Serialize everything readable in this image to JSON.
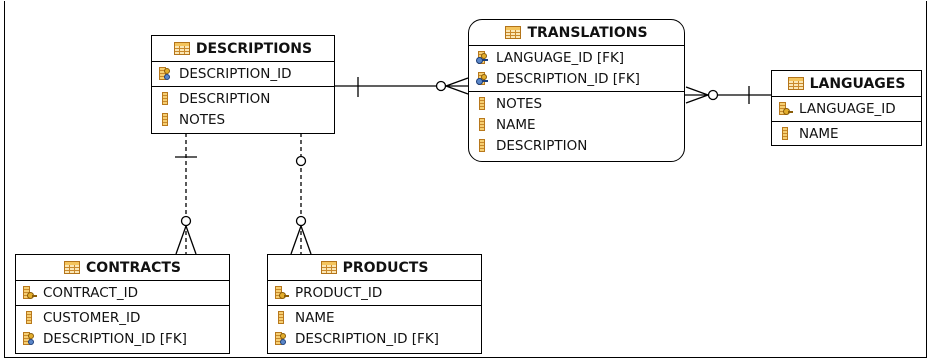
{
  "diagram": {
    "entities": {
      "descriptions": {
        "title": "DESCRIPTIONS",
        "keys": [
          {
            "name": "DESCRIPTION_ID",
            "icon": "pk-fk-column-icon"
          }
        ],
        "columns": [
          {
            "name": "DESCRIPTION",
            "icon": "column-icon"
          },
          {
            "name": "NOTES",
            "icon": "column-icon"
          }
        ]
      },
      "translations": {
        "title": "TRANSLATIONS",
        "keys": [
          {
            "name": "LANGUAGE_ID [FK]",
            "icon": "fk-key-column-icon"
          },
          {
            "name": "DESCRIPTION_ID [FK]",
            "icon": "fk-key-column-icon"
          }
        ],
        "columns": [
          {
            "name": "NOTES",
            "icon": "column-icon"
          },
          {
            "name": "NAME",
            "icon": "column-icon"
          },
          {
            "name": "DESCRIPTION",
            "icon": "column-icon"
          }
        ]
      },
      "languages": {
        "title": "LANGUAGES",
        "keys": [
          {
            "name": "LANGUAGE_ID",
            "icon": "primary-key-column-icon"
          }
        ],
        "columns": [
          {
            "name": "NAME",
            "icon": "column-icon"
          }
        ]
      },
      "contracts": {
        "title": "CONTRACTS",
        "keys": [
          {
            "name": "CONTRACT_ID",
            "icon": "primary-key-column-icon"
          }
        ],
        "columns": [
          {
            "name": "CUSTOMER_ID",
            "icon": "column-icon"
          },
          {
            "name": "DESCRIPTION_ID [FK]",
            "icon": "fk-column-icon"
          }
        ]
      },
      "products": {
        "title": "PRODUCTS",
        "keys": [
          {
            "name": "PRODUCT_ID",
            "icon": "primary-key-column-icon"
          }
        ],
        "columns": [
          {
            "name": "NAME",
            "icon": "column-icon"
          },
          {
            "name": "DESCRIPTION_ID [FK]",
            "icon": "fk-column-icon"
          }
        ]
      }
    },
    "relationships": [
      {
        "from": "DESCRIPTIONS",
        "to": "TRANSLATIONS",
        "parent_end": "one",
        "child_end": "zero-or-many",
        "line": "solid"
      },
      {
        "from": "LANGUAGES",
        "to": "TRANSLATIONS",
        "parent_end": "one",
        "child_end": "zero-or-many",
        "line": "solid"
      },
      {
        "from": "DESCRIPTIONS",
        "to": "CONTRACTS",
        "parent_end": "one",
        "child_end": "zero-or-many",
        "line": "dashed"
      },
      {
        "from": "DESCRIPTIONS",
        "to": "PRODUCTS",
        "parent_end": "zero-or-one",
        "child_end": "zero-or-many",
        "line": "dashed"
      }
    ],
    "colors": {
      "line": "#000000",
      "table_icon": "#f4c45c",
      "key_icon": "#e2ad2c",
      "fk_icon": "#5a86c8"
    }
  }
}
